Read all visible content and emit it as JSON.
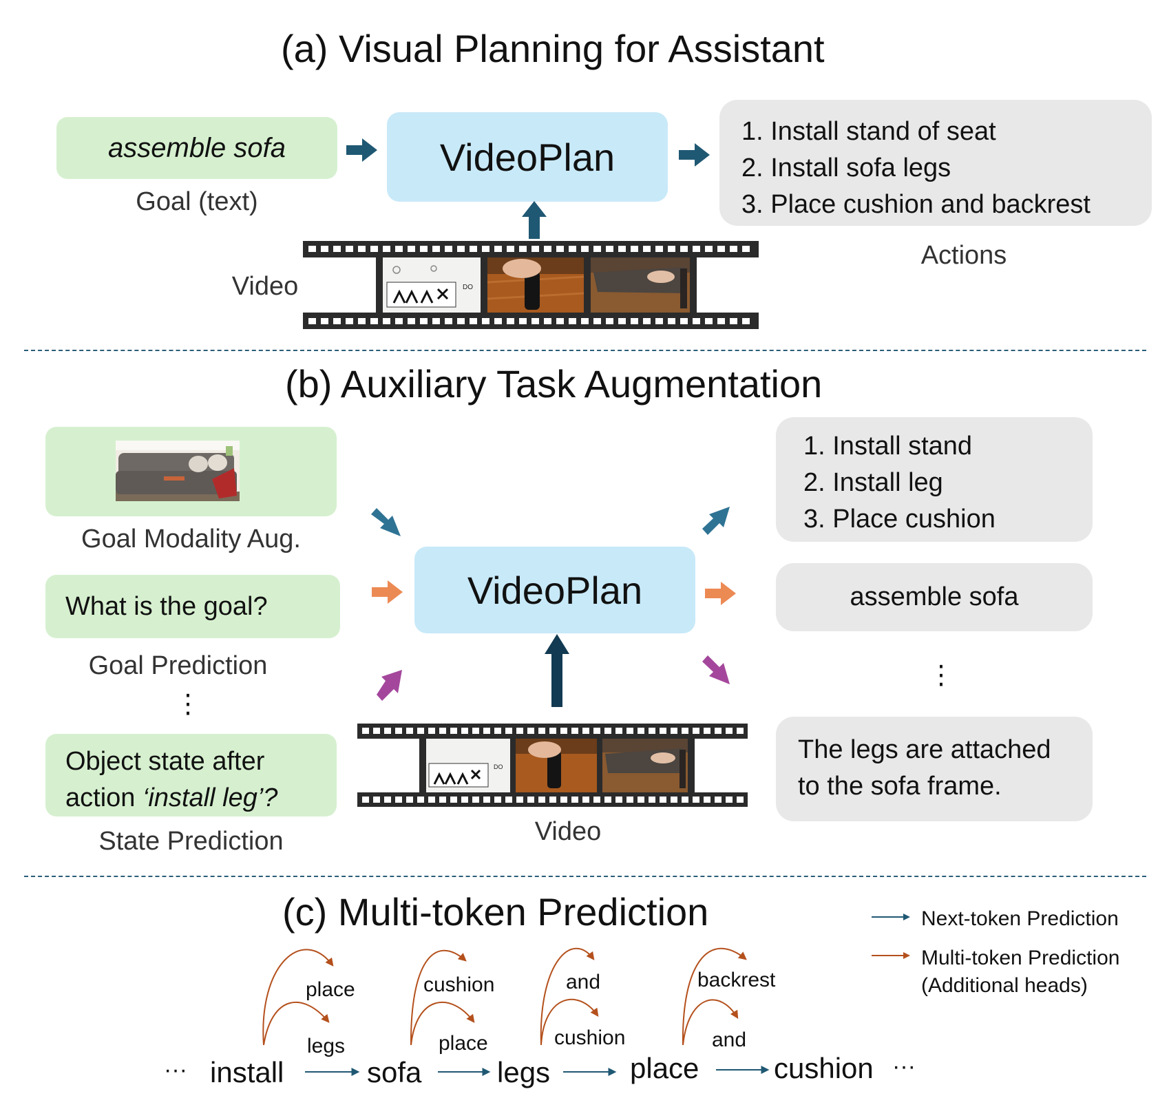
{
  "panel_a": {
    "title": "(a) Visual Planning for Assistant",
    "goal_text": "assemble sofa",
    "goal_caption": "Goal (text)",
    "model": "VideoPlan",
    "actions": [
      "1. Install stand of seat",
      "2. Install sofa legs",
      "3. Place cushion and backrest"
    ],
    "actions_caption": "Actions",
    "video_caption": "Video"
  },
  "panel_b": {
    "title": "(b) Auxiliary Task Augmentation",
    "goal_modality_caption": "Goal Modality Aug.",
    "goal_question": "What is the goal?",
    "goal_prediction_caption": "Goal Prediction",
    "state_question_pre": "Object state after",
    "state_question_action": "action ",
    "state_question_italic": "‘install leg’?",
    "state_prediction_caption": "State Prediction",
    "model": "VideoPlan",
    "video_caption": "Video",
    "out_actions": [
      "1. Install stand",
      "2. Install leg",
      "3. Place cushion"
    ],
    "out_goal": "assemble sofa",
    "out_state": [
      "The legs are attached",
      "to the sofa frame."
    ],
    "ellipsis": "⋮"
  },
  "panel_c": {
    "title": "(c) Multi-token Prediction",
    "legend_next": "Next-token Prediction",
    "legend_multi_1": "Multi-token Prediction",
    "legend_multi_2": "(Additional heads)",
    "lead_dots": "···",
    "trail_dots": "···",
    "tokens": [
      "install",
      "sofa",
      "legs",
      "place",
      "cushion"
    ],
    "heads": [
      {
        "upper": "place",
        "lower": "legs"
      },
      {
        "upper": "cushion",
        "lower": "place"
      },
      {
        "upper": "and",
        "lower": "cushion"
      },
      {
        "upper": "backrest",
        "lower": "and"
      }
    ]
  },
  "colors": {
    "goal_green": "#d6f0cf",
    "model_blue": "#c8e9f8",
    "output_gray": "#e8e8e8",
    "arrow_teal": "#1f5873",
    "arrow_orange": "#ec8a54",
    "arrow_purple": "#a4479c",
    "arrow_rust": "#b4501c"
  }
}
